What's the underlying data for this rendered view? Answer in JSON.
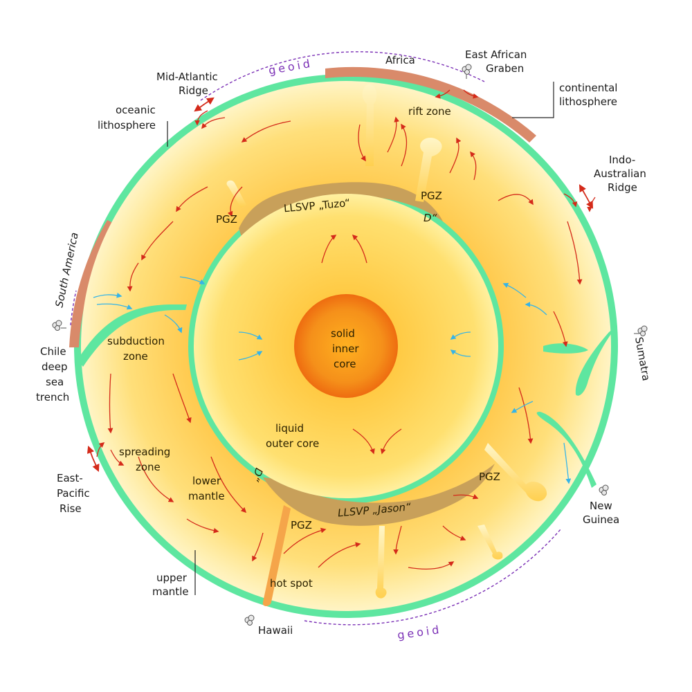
{
  "labels": {
    "africa": "Africa",
    "east_african_graben_1": "East African",
    "east_african_graben_2": "Graben",
    "continental_lithosphere_1": "continental",
    "continental_lithosphere_2": "lithosphere",
    "mid_atlantic_1": "Mid-Atlantic",
    "mid_atlantic_2": "Ridge",
    "oceanic_lithosphere_1": "oceanic",
    "oceanic_lithosphere_2": "lithosphere",
    "rift_zone": "rift zone",
    "indo_australian_1": "Indo-",
    "indo_australian_2": "Australian",
    "indo_australian_3": "Ridge",
    "llsvp_tuzo": "LLSVP „Tuzo“",
    "d_double_prime_top": "D“",
    "d_double_prime_bottom": "D“",
    "pgz_left": "PGZ",
    "pgz_right_top": "PGZ",
    "pgz_right_bottom": "PGZ",
    "pgz_bottom": "PGZ",
    "south_america": "South America",
    "chile_1": "Chile",
    "chile_2": "deep",
    "chile_3": "sea",
    "chile_4": "trench",
    "subduction_1": "subduction",
    "subduction_2": "zone",
    "solid_inner_1": "solid",
    "solid_inner_2": "inner",
    "solid_inner_3": "core",
    "sumatra": "Sumatra",
    "liquid_outer_1": "liquid",
    "liquid_outer_2": "outer core",
    "spreading_1": "spreading",
    "spreading_2": "zone",
    "east_pacific_1": "East-",
    "east_pacific_2": "Pacific",
    "east_pacific_3": "Rise",
    "lower_mantle_1": "lower",
    "lower_mantle_2": "mantle",
    "llsvp_jason": "LLSVP „Jason“",
    "new_guinea_1": "New",
    "new_guinea_2": "Guinea",
    "upper_mantle_1": "upper",
    "upper_mantle_2": "mantle",
    "hot_spot": "hot spot",
    "hawaii": "Hawaii",
    "geoid_top": "geoid",
    "geoid_bottom": "geoid"
  },
  "icons": {
    "volcano": "volcano-plume-icon"
  },
  "colors": {
    "lithosphere_oceanic": "#5ee6a0",
    "lithosphere_continental": "#d98a6a",
    "mantle": "#ffd65a",
    "llsvp": "#c8a05a",
    "outer_core": "#ffd64a",
    "inner_core": "#f07a10",
    "flow_arrow": "#d42a1a",
    "cold_arrow": "#35b4e8",
    "geoid": "#7a2fb5"
  }
}
